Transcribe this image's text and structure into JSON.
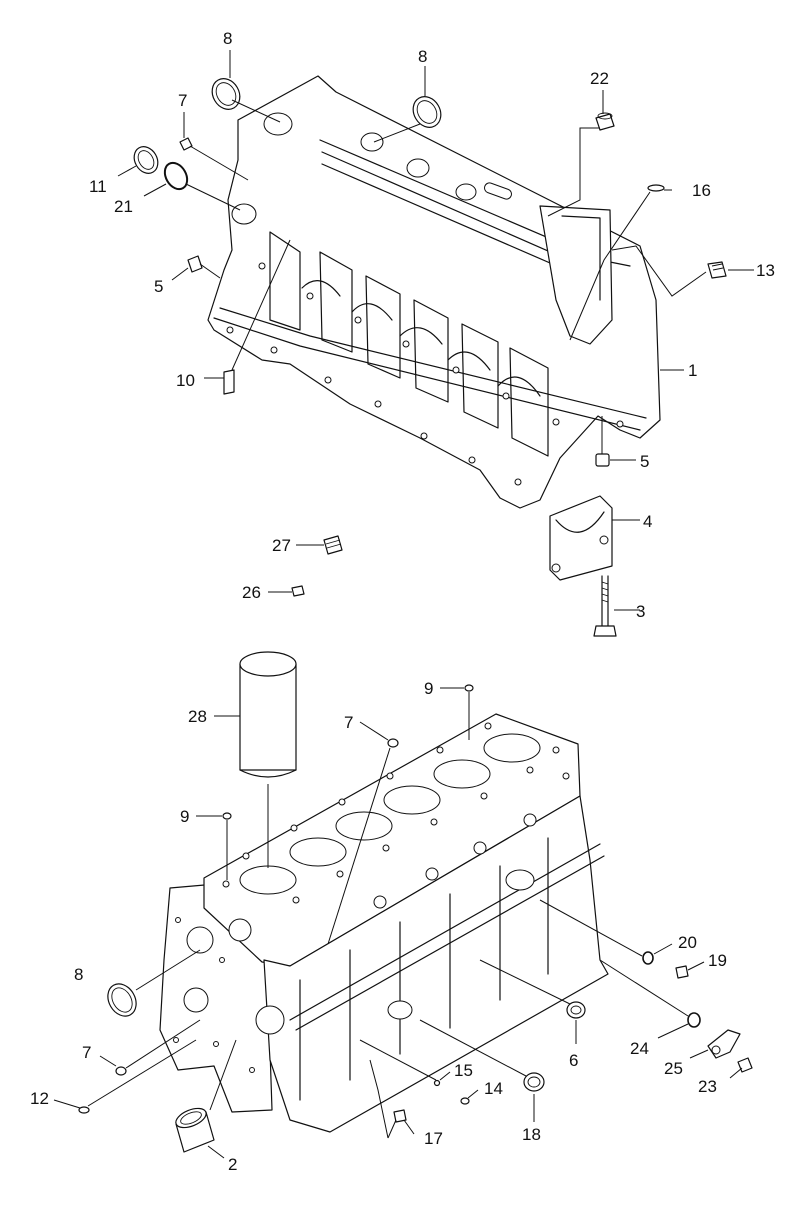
{
  "diagram": {
    "callouts": [
      {
        "id": "c-8a",
        "label": "8"
      },
      {
        "id": "c-8b",
        "label": "8"
      },
      {
        "id": "c-22",
        "label": "22"
      },
      {
        "id": "c-7a",
        "label": "7"
      },
      {
        "id": "c-11",
        "label": "11"
      },
      {
        "id": "c-21",
        "label": "21"
      },
      {
        "id": "c-16",
        "label": "16"
      },
      {
        "id": "c-13",
        "label": "13"
      },
      {
        "id": "c-5a",
        "label": "5"
      },
      {
        "id": "c-1",
        "label": "1"
      },
      {
        "id": "c-10",
        "label": "10"
      },
      {
        "id": "c-5b",
        "label": "5"
      },
      {
        "id": "c-4",
        "label": "4"
      },
      {
        "id": "c-27",
        "label": "27"
      },
      {
        "id": "c-26",
        "label": "26"
      },
      {
        "id": "c-3",
        "label": "3"
      },
      {
        "id": "c-9a",
        "label": "9"
      },
      {
        "id": "c-28",
        "label": "28"
      },
      {
        "id": "c-7b",
        "label": "7"
      },
      {
        "id": "c-9b",
        "label": "9"
      },
      {
        "id": "c-20",
        "label": "20"
      },
      {
        "id": "c-19",
        "label": "19"
      },
      {
        "id": "c-8c",
        "label": "8"
      },
      {
        "id": "c-6",
        "label": "6"
      },
      {
        "id": "c-24",
        "label": "24"
      },
      {
        "id": "c-7c",
        "label": "7"
      },
      {
        "id": "c-25",
        "label": "25"
      },
      {
        "id": "c-15",
        "label": "15"
      },
      {
        "id": "c-23",
        "label": "23"
      },
      {
        "id": "c-12",
        "label": "12"
      },
      {
        "id": "c-14",
        "label": "14"
      },
      {
        "id": "c-18",
        "label": "18"
      },
      {
        "id": "c-17",
        "label": "17"
      },
      {
        "id": "c-2",
        "label": "2"
      }
    ]
  }
}
